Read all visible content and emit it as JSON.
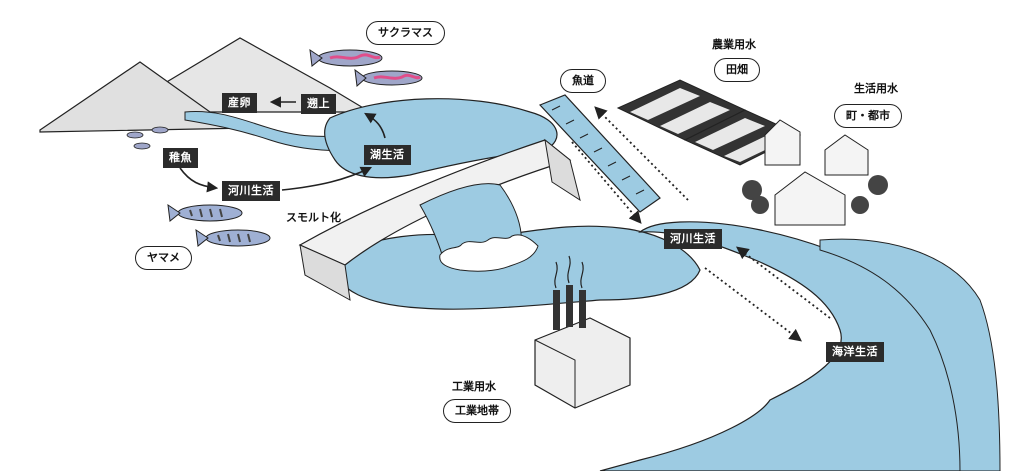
{
  "labels": {
    "sakuramasu": "サクラマス",
    "sanran": "産卵",
    "sojo": "遡上",
    "chigyo": "稚魚",
    "kasen_seikatsu_left": "河川生活",
    "ko_seikatsu": "湖生活",
    "smolt": "スモルト化",
    "yamame": "ヤマメ",
    "gyodo": "魚道",
    "nogyo_yosui": "農業用水",
    "denpata": "田畑",
    "seikatsu_yosui": "生活用水",
    "machi_toshi": "町・都市",
    "kasen_seikatsu_right": "河川生活",
    "kaiyo_seikatsu": "海洋生活",
    "kogyo_yosui": "工業用水",
    "kogyo_chitai": "工業地帯"
  },
  "colors": {
    "water": "#9dcbe2",
    "water_deep": "#7fb6d6",
    "mountain": "#e2e2e2",
    "ink": "#222222",
    "label_bg": "#2b2b2b",
    "salmon_pink": "#e04e8a",
    "salmon_body": "#9fa6c9"
  }
}
